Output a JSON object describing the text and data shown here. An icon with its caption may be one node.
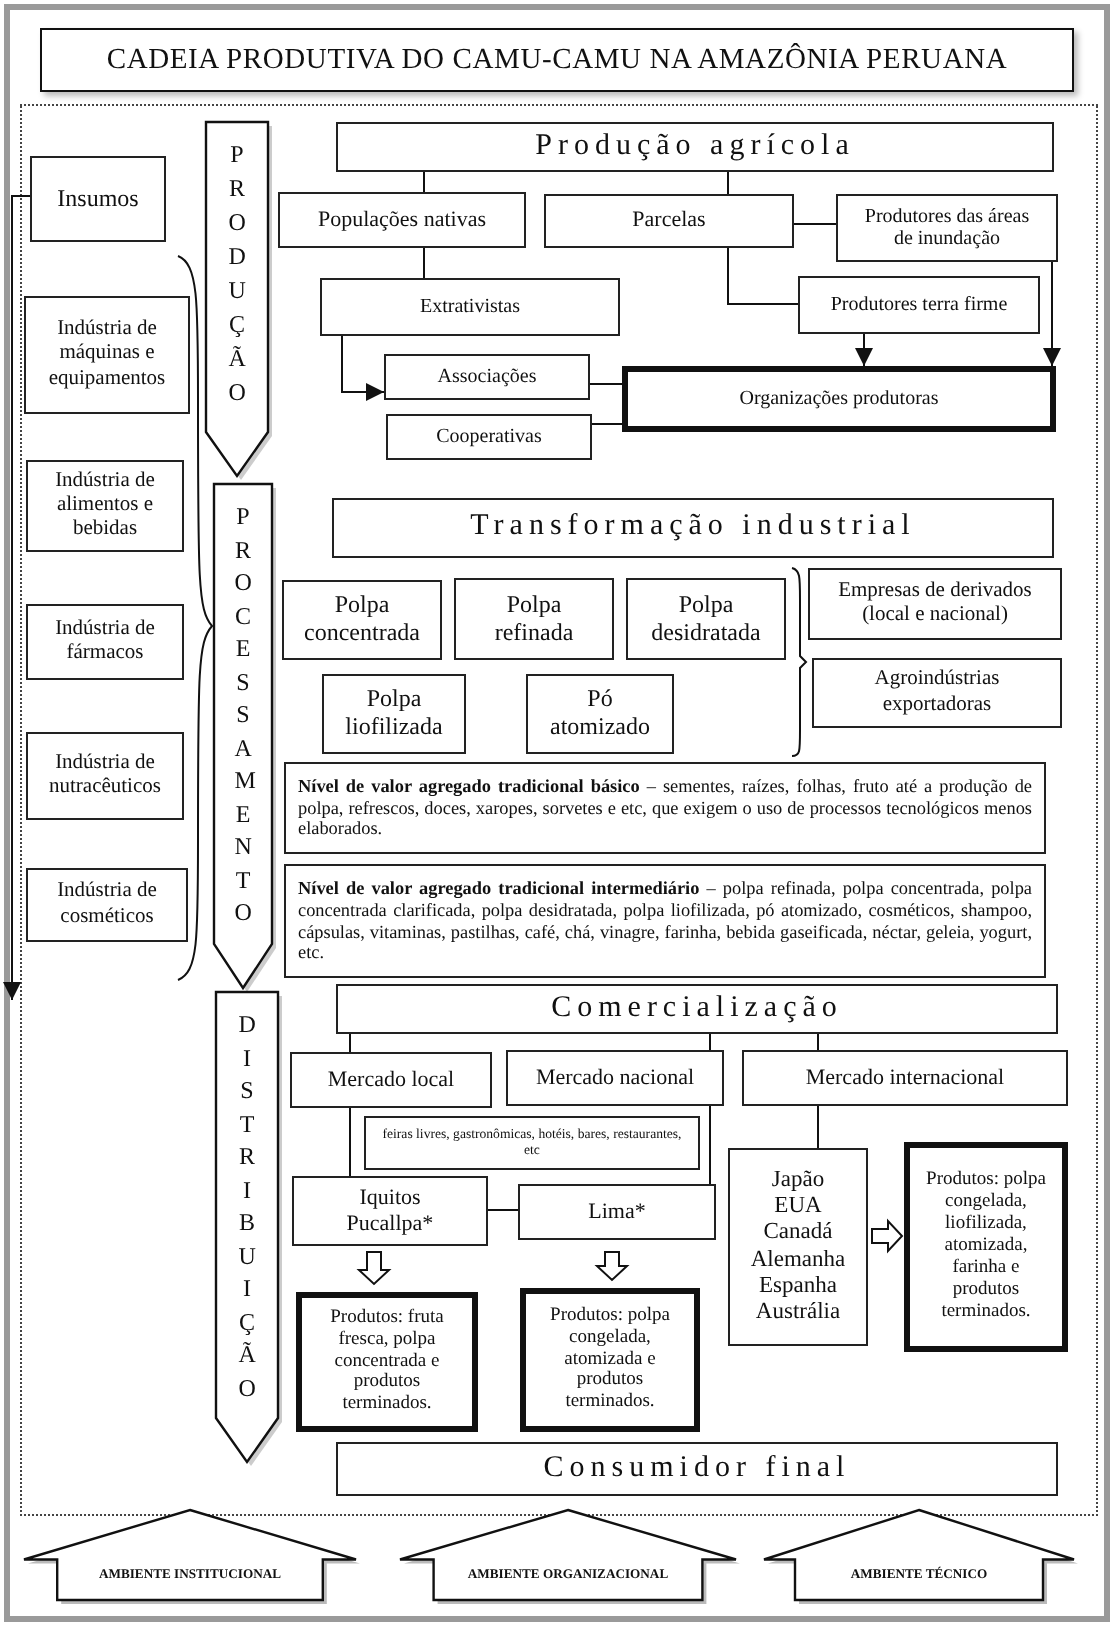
{
  "diagram": {
    "title": "CADEIA PRODUTIVA DO CAMU-CAMU NA AMAZÔNIA PERUANA",
    "nodes": [
      {
        "text": [
          "Insumos"
        ]
      },
      {
        "text": [
          "Indústria de máquinas e equipamentos"
        ]
      },
      {
        "text": [
          "Indústria de alimentos e bebidas"
        ]
      },
      {
        "text": [
          "Indústria de fármacos"
        ]
      },
      {
        "text": [
          "Indústria de nutracêuticos"
        ]
      },
      {
        "text": [
          "Indústria de cosméticos"
        ]
      },
      {
        "text": [
          "PRODUÇÃO"
        ]
      },
      {
        "text": [
          "PROCESSAMENTO"
        ]
      },
      {
        "text": [
          "DISTRIBUIÇÃO"
        ]
      },
      {
        "text": [
          "Produção agrícola"
        ]
      },
      {
        "text": [
          "Populações nativas"
        ]
      },
      {
        "text": [
          "Parcelas"
        ]
      },
      {
        "text": [
          "Produtores das áreas de inundação"
        ]
      },
      {
        "text": [
          "Extrativistas"
        ]
      },
      {
        "text": [
          "Produtores terra firme"
        ]
      },
      {
        "text": [
          "Associações"
        ]
      },
      {
        "text": [
          "Cooperativas"
        ]
      },
      {
        "text": [
          "Organizações produtoras"
        ]
      },
      {
        "text": [
          "Transformação industrial"
        ]
      },
      {
        "text": [
          "Polpa concentrada"
        ]
      },
      {
        "text": [
          "Polpa refinada"
        ]
      },
      {
        "text": [
          "Polpa desidratada"
        ]
      },
      {
        "text": [
          "Empresas de derivados (local e nacional)"
        ]
      },
      {
        "text": [
          "Agroindústrias exportadoras"
        ]
      },
      {
        "text": [
          "Polpa liofilizada"
        ]
      },
      {
        "text": [
          "Pó atomizado"
        ]
      },
      {
        "text": [
          "**Nível de valor agregado tradicional básico** – sementes, raízes, folhas, fruto até a produção de polpa, refrescos, doces, xaropes, sorvetes e etc, que exigem o uso de processos tecnológicos menos elaborados."
        ]
      },
      {
        "text": [
          "**Nível de valor agregado tradicional intermediário** – polpa refinada, polpa concentrada, polpa concentrada clarificada, polpa desidratada, polpa liofilizada, pó atomizado, cosméticos, shampoo, cápsulas, vitaminas, pastilhas, café, chá, vinagre, farinha, bebida gaseificada, néctar, geleia, yogurt, etc."
        ]
      },
      {
        "text": [
          "Comercialização"
        ]
      },
      {
        "text": [
          "Mercado local"
        ]
      },
      {
        "text": [
          "Mercado nacional"
        ]
      },
      {
        "text": [
          "Mercado internacional"
        ]
      },
      {
        "text": [
          "feiras livres, gastronômicas, hotéis, bares, restaurantes, etc"
        ]
      },
      {
        "text": [
          "Iquitos Pucallpa*"
        ]
      },
      {
        "text": [
          "Lima*"
        ]
      },
      {
        "text": [
          "Japão EUA Canadá Alemanha Espanha Austrália"
        ]
      },
      {
        "text": [
          "Produtos: polpa congelada, liofilizada, atomizada, farinha e produtos terminados."
        ]
      },
      {
        "text": [
          "Produtos: fruta fresca, polpa concentrada e produtos terminados."
        ]
      },
      {
        "text": [
          "Produtos: polpa congelada, atomizada e produtos terminados."
        ]
      },
      {
        "text": [
          "Consumidor final"
        ]
      },
      {
        "text": [
          "AMBIENTE INSTITUCIONAL"
        ]
      },
      {
        "text": [
          "AMBIENTE ORGANIZACIONAL"
        ]
      },
      {
        "text": [
          "AMBIENTE TÉCNICO"
        ]
      }
    ],
    "edges": [
      {
        "from": 0,
        "to": null,
        "arrow": "to"
      },
      {
        "from": 9,
        "to": 10,
        "arrow": "none"
      },
      {
        "from": 9,
        "to": 11,
        "arrow": "none"
      },
      {
        "from": 10,
        "to": 13,
        "arrow": "none"
      },
      {
        "from": 11,
        "to": 12,
        "arrow": "none"
      },
      {
        "from": 11,
        "to": 14,
        "arrow": "none"
      },
      {
        "from": 13,
        "to": 15,
        "arrow": "to"
      },
      {
        "from": 14,
        "to": 17,
        "arrow": "to"
      },
      {
        "from": 12,
        "to": 17,
        "arrow": "to"
      },
      {
        "from": 15,
        "to": 17,
        "arrow": "none"
      },
      {
        "from": 16,
        "to": 17,
        "arrow": "none"
      },
      {
        "from": 28,
        "to": 29,
        "arrow": "none"
      },
      {
        "from": 28,
        "to": 30,
        "arrow": "none"
      },
      {
        "from": 28,
        "to": 31,
        "arrow": "none"
      },
      {
        "from": 29,
        "to": 33,
        "arrow": "none"
      },
      {
        "from": 30,
        "to": 34,
        "arrow": "none"
      },
      {
        "from": 33,
        "to": 34,
        "arrow": "none"
      },
      {
        "from": 31,
        "to": 35,
        "arrow": "none"
      },
      {
        "from": 35,
        "to": 36,
        "arrow": "to",
        "style": "thick"
      },
      {
        "from": 33,
        "to": 37,
        "arrow": "to",
        "style": "thick"
      },
      {
        "from": 34,
        "to": 38,
        "arrow": "to",
        "style": "thick"
      }
    ]
  }
}
